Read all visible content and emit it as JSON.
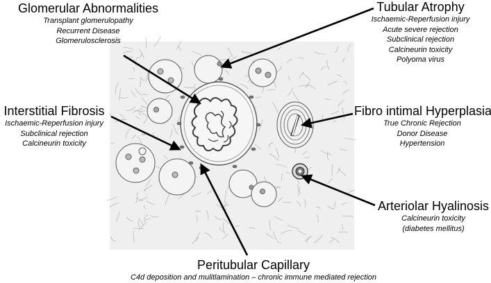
{
  "labels": {
    "glomerular": {
      "title": "Glomerular Abnormalities",
      "items": [
        "Transplant glomerulopathy",
        "Recurrent Disease",
        "Glomerulosclerosis"
      ]
    },
    "tubular": {
      "title": "Tubular Atrophy",
      "items": [
        "Ischaemic-Reperfusion injury",
        "Acute severe rejection",
        "Subclinical rejection",
        "Calcineurin toxicity",
        "Polyoma virus"
      ]
    },
    "interstitial": {
      "title": "Interstitial Fibrosis",
      "items": [
        "Ischaemic-Reperfusion injury",
        "Subclinical rejection",
        "Calcineurin toxicity"
      ]
    },
    "fibro": {
      "title": "Fibro intimal Hyperplasia",
      "items": [
        "True Chronic Rejection",
        "Donor Disease",
        "Hypertension"
      ]
    },
    "arteriolar": {
      "title": "Arteriolar Hyalinosis",
      "items": [
        "Calcineurin toxicity",
        "(diabetes mellitus)"
      ]
    },
    "peritubular": {
      "title": "Peritubular Capillary",
      "items": [
        "C4d deposition and mulitlamination – chronic immune mediated rejection"
      ]
    }
  },
  "colors": {
    "background": "#ffffff",
    "sketch_paper": "#efefef",
    "pencil": "#6a6a6a",
    "arrow": "#000000"
  }
}
